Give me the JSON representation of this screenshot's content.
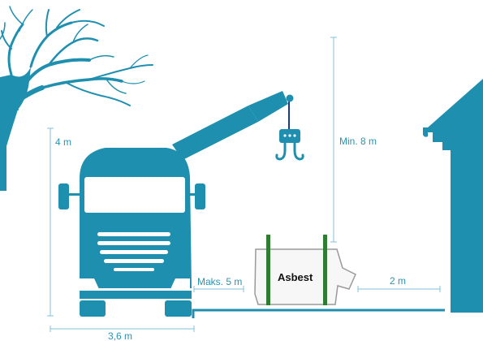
{
  "labels": {
    "height_truck": "4 m",
    "height_min": "Min. 8 m",
    "distance_max": "Maks. 5 m",
    "distance_building": "2 m",
    "width_truck": "3,6 m",
    "bag_text": "Asbest"
  },
  "colors": {
    "primary": "#1f8fb0",
    "dimension_line": "#7fc2d8",
    "strap_green": "#2e7d32",
    "bag_outline": "#9a9a9a",
    "bag_fill": "#f7f7f7",
    "hook_blue": "#1a3a8a"
  },
  "icons": [
    "tree-icon",
    "truck-crane-icon",
    "hook-icon",
    "asbestos-bag-icon",
    "house-icon"
  ]
}
